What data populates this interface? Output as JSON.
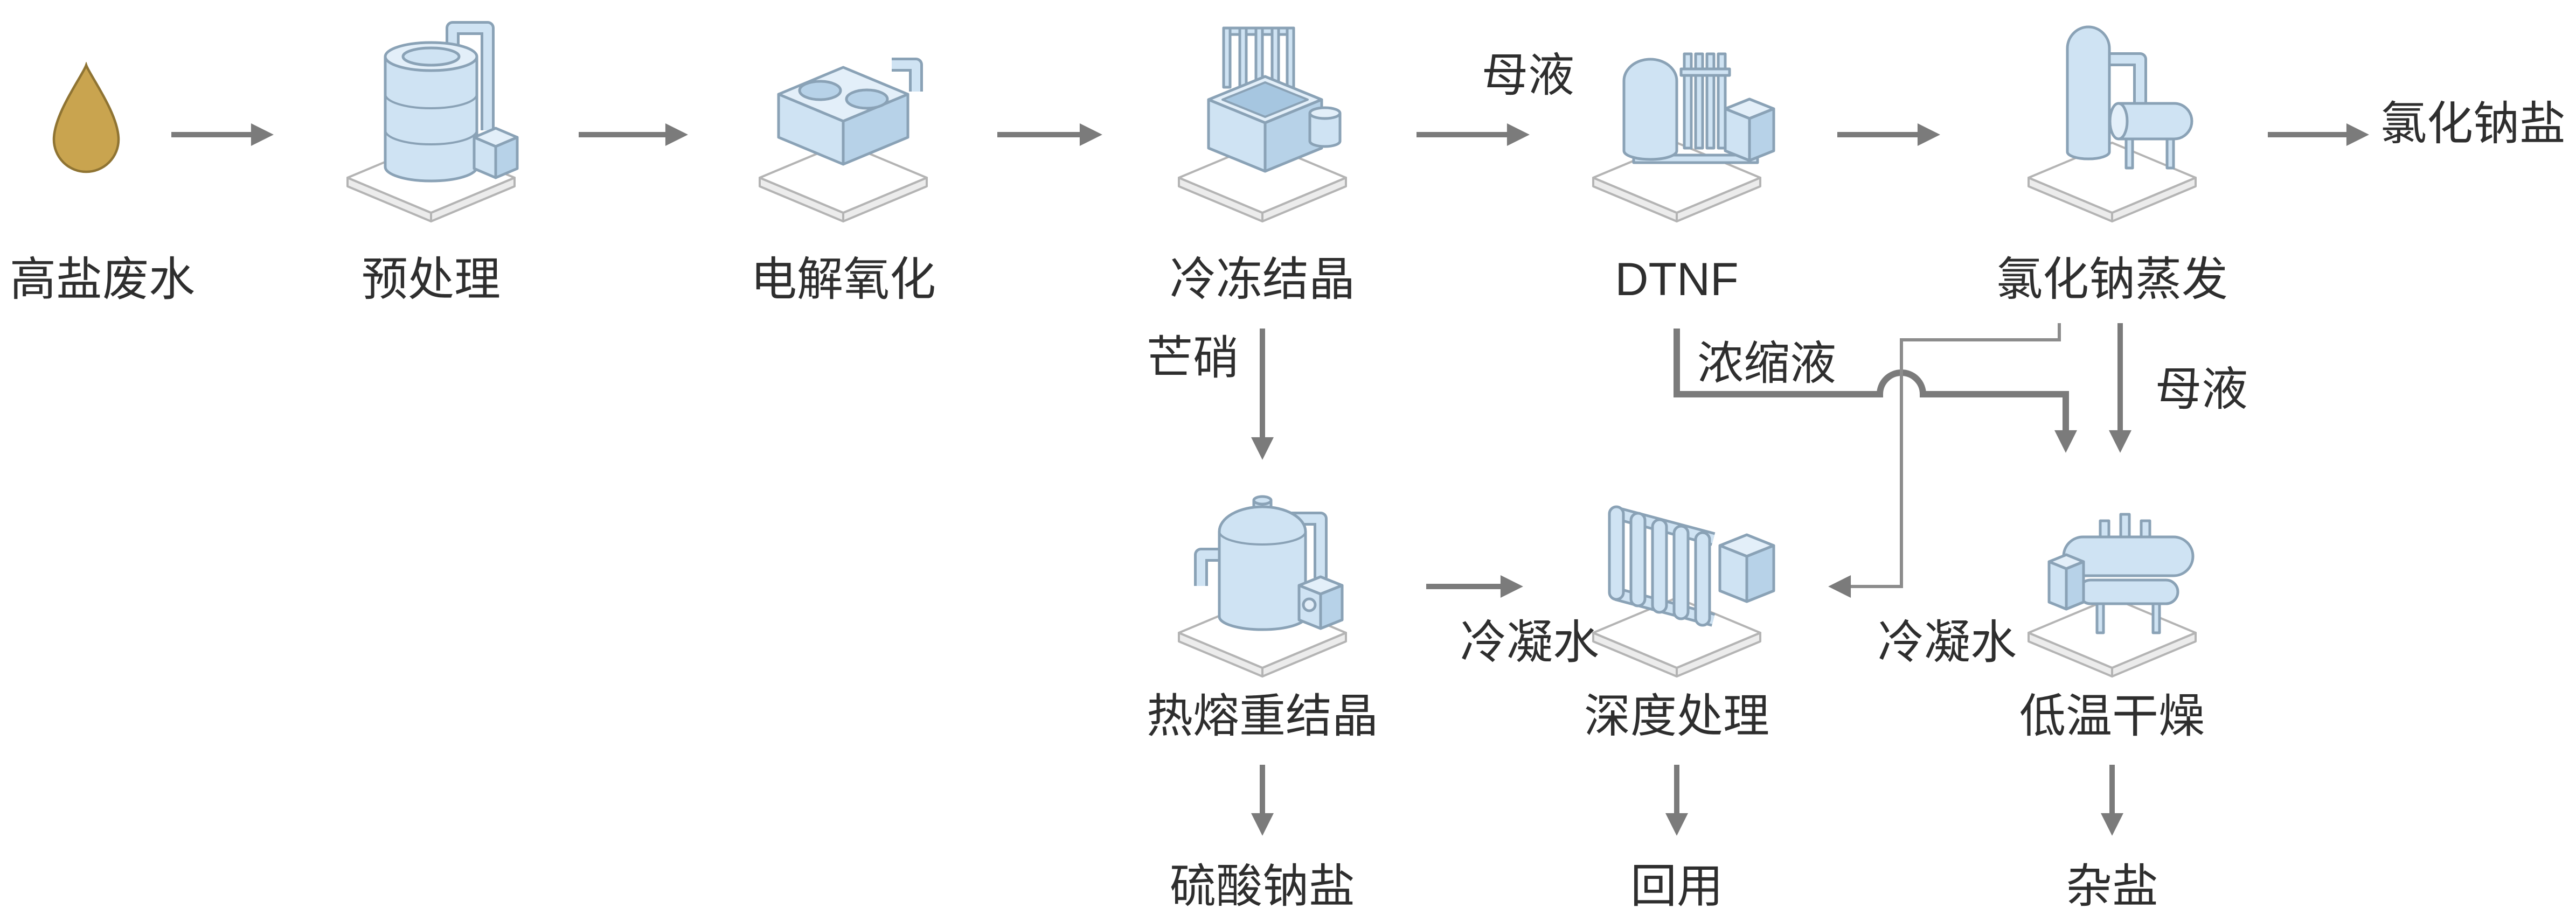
{
  "diagram": {
    "background": "#ffffff",
    "colors": {
      "equipment_fill": "#cfe3f3",
      "equipment_stroke": "#8aa2b6",
      "drop_fill": "#c9a44f",
      "arrow": "#7b7b7b",
      "text": "#2e2e2e"
    },
    "nodes": {
      "wastewater": {
        "label": "高盐废水"
      },
      "pretreatment": {
        "label": "预处理"
      },
      "electrolysis": {
        "label": "电解氧化"
      },
      "freeze_crystallization": {
        "label": "冷冻结晶"
      },
      "dtnf": {
        "label": "DTNF"
      },
      "nacl_evaporation": {
        "label": "氯化钠蒸发"
      },
      "hot_melt_recrystallization": {
        "label": "热熔重结晶"
      },
      "deep_treatment": {
        "label": "深度处理"
      },
      "low_temp_drying": {
        "label": "低温干燥"
      }
    },
    "outputs": {
      "nacl_salt": {
        "label": "氯化钠盐"
      },
      "sodium_sulfate_salt": {
        "label": "硫酸钠盐"
      },
      "reuse": {
        "label": "回用"
      },
      "mixed_salt": {
        "label": "杂盐"
      }
    },
    "edge_labels": {
      "mother_liquor_top": "母液",
      "mirabilite": "芒硝",
      "concentrate": "浓缩液",
      "mother_liquor_right": "母液",
      "condensate_left": "冷凝水",
      "condensate_right": "冷凝水"
    }
  }
}
